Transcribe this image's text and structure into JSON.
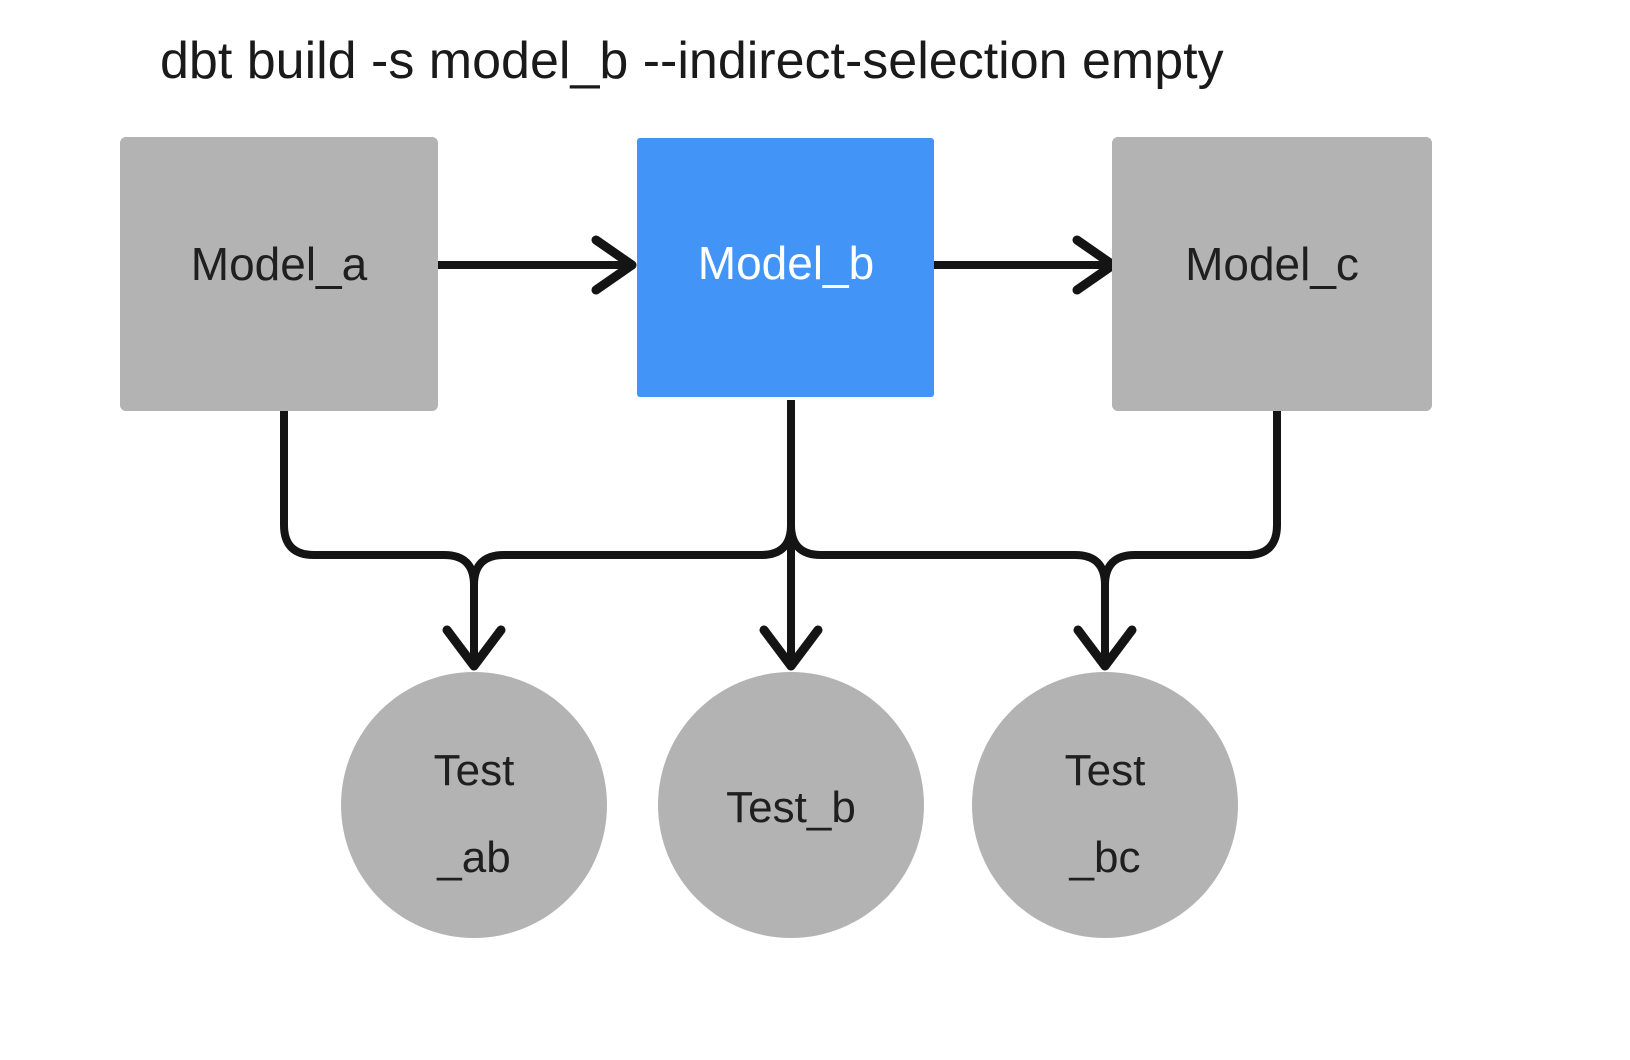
{
  "diagram": {
    "title": "dbt build -s model_b --indirect-selection empty",
    "background_color": "#ffffff",
    "edge_color": "#141414",
    "colors": {
      "selected": "#4294f7",
      "unselected": "#b3b3b3",
      "text_dark": "#1f1f1f",
      "text_light": "#ffffff"
    },
    "models": [
      {
        "id": "model_a",
        "label": "Model_a",
        "selected": false,
        "fill": "#b3b3b3",
        "text_color": "#1f1f1f"
      },
      {
        "id": "model_b",
        "label": "Model_b",
        "selected": true,
        "fill": "#4294f7",
        "text_color": "#ffffff"
      },
      {
        "id": "model_c",
        "label": "Model_c",
        "selected": false,
        "fill": "#b3b3b3",
        "text_color": "#1f1f1f"
      }
    ],
    "tests": [
      {
        "id": "test_ab",
        "label": "Test_ab",
        "line1": "Test",
        "line2": "_ab",
        "two_line": true,
        "fill": "#b3b3b3"
      },
      {
        "id": "test_b",
        "label": "Test_b",
        "line1": "Test_b",
        "line2": "",
        "two_line": false,
        "fill": "#b3b3b3"
      },
      {
        "id": "test_bc",
        "label": "Test_bc",
        "line1": "Test",
        "line2": "_bc",
        "two_line": true,
        "fill": "#b3b3b3"
      }
    ],
    "edges": [
      {
        "id": "model_a-to-model_b",
        "from": "model_a",
        "to": "model_b",
        "kind": "horizontal-arrow"
      },
      {
        "id": "model_b-to-model_c",
        "from": "model_b",
        "to": "model_c",
        "kind": "horizontal-arrow"
      },
      {
        "id": "model_a-to-test_ab",
        "from": "model_a",
        "to": "test_ab",
        "kind": "elbow-arrow"
      },
      {
        "id": "model_b-to-test_ab",
        "from": "model_b",
        "to": "test_ab",
        "kind": "elbow-arrow"
      },
      {
        "id": "model_b-to-test_b",
        "from": "model_b",
        "to": "test_b",
        "kind": "straight-arrow"
      },
      {
        "id": "model_b-to-test_bc",
        "from": "model_b",
        "to": "test_bc",
        "kind": "elbow-arrow"
      },
      {
        "id": "model_c-to-test_bc",
        "from": "model_c",
        "to": "test_bc",
        "kind": "elbow-arrow"
      }
    ]
  }
}
